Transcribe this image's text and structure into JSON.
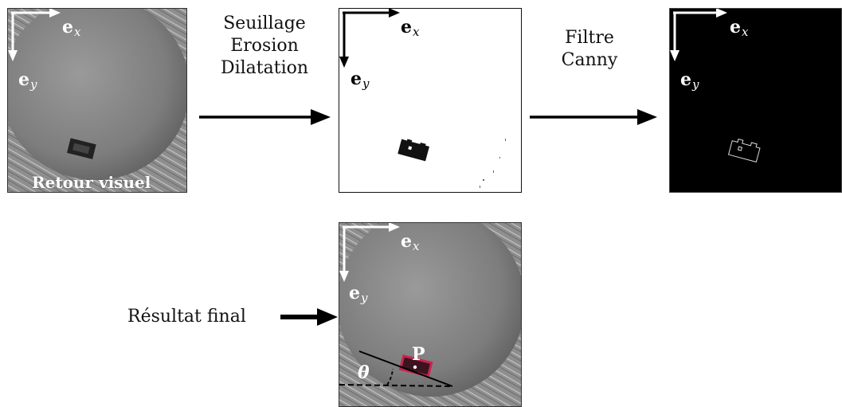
{
  "panels": {
    "original": {
      "caption": "Retour visuel",
      "axis_x": {
        "main": "e",
        "sub": "x"
      },
      "axis_y": {
        "main": "e",
        "sub": "y"
      }
    },
    "threshold": {
      "axis_x": {
        "main": "e",
        "sub": "x"
      },
      "axis_y": {
        "main": "e",
        "sub": "y"
      }
    },
    "canny": {
      "axis_x": {
        "main": "e",
        "sub": "x"
      },
      "axis_y": {
        "main": "e",
        "sub": "y"
      }
    },
    "final": {
      "axis_x": {
        "main": "e",
        "sub": "x"
      },
      "axis_y": {
        "main": "e",
        "sub": "y"
      },
      "point_label": "P",
      "angle_label": "θ"
    }
  },
  "steps": {
    "step1": [
      "Seuillage",
      "Erosion",
      "Dilatation"
    ],
    "step2": [
      "Filtre",
      "Canny"
    ],
    "final_label": "Résultat final"
  },
  "colors": {
    "arrow": "#000000",
    "overlay_text": "#ffffff",
    "highlight": "#c8234f",
    "canny_background": "#000000"
  }
}
